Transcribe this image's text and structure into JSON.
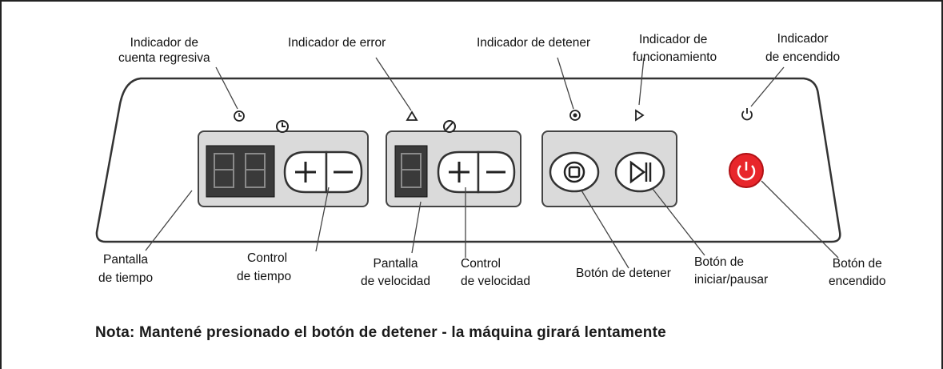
{
  "labels": {
    "countdown_indicator": [
      "Indicador de",
      "cuenta regresiva"
    ],
    "error_indicator": "Indicador de error",
    "stop_indicator": "Indicador de detener",
    "running_indicator": [
      "Indicador de",
      "funcionamiento"
    ],
    "power_indicator": [
      "Indicador",
      "de encendido"
    ],
    "time_display": [
      "Pantalla",
      "de tiempo"
    ],
    "time_control": [
      "Control",
      "de tiempo"
    ],
    "speed_display": [
      "Pantalla",
      "de velocidad"
    ],
    "speed_control": [
      "Control",
      "de velocidad"
    ],
    "stop_button": "Botón de detener",
    "play_pause_button": [
      "Botón de",
      "iniciar/pausar"
    ],
    "power_button": [
      "Botón de",
      "encendido"
    ]
  },
  "note": "Nota: Mantené presionado el botón de detener - la máquina girará lentamente",
  "colors": {
    "panel_fill": "#ffffff",
    "module_fill": "#dadada",
    "display_fill": "#3a3a3a",
    "power_button": "#e8262b",
    "outline": "#333333"
  },
  "icons": [
    "clock-icon",
    "alert-triangle-icon",
    "stop-icon",
    "play-icon",
    "power-icon",
    "speedometer-icon",
    "plus-icon",
    "minus-icon",
    "play-pause-icon"
  ]
}
